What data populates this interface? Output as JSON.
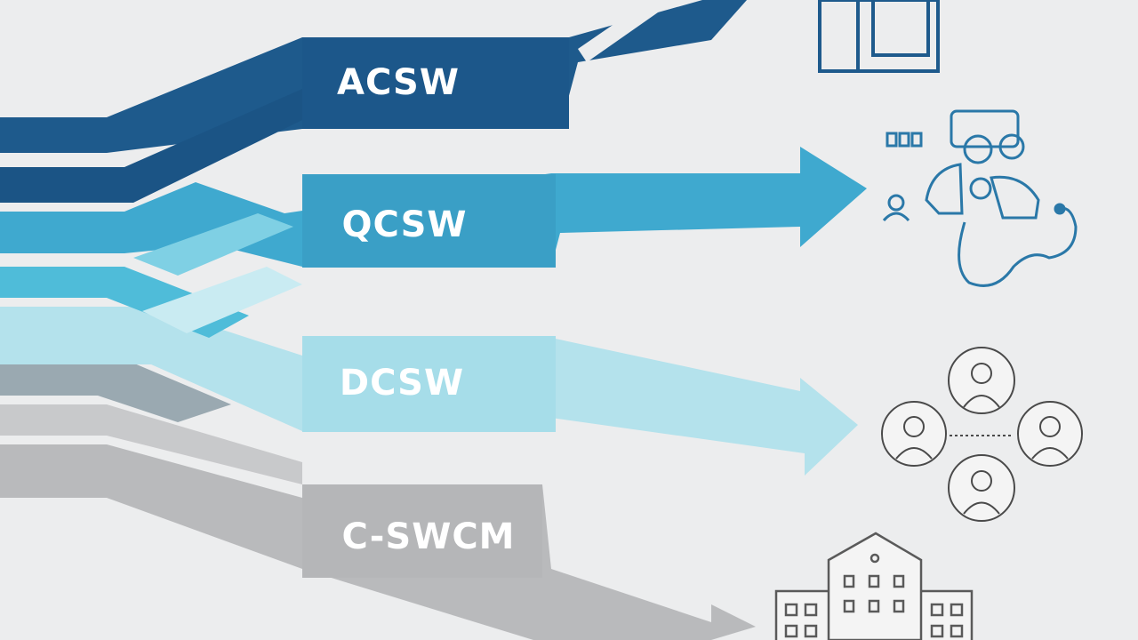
{
  "pathways": [
    {
      "id": "acsw",
      "label": "ACSW",
      "color": "#1e5a8c",
      "icon": "document-frame-icon"
    },
    {
      "id": "qcsw",
      "label": "QCSW",
      "color": "#3fa9cf",
      "icon": "medical-team-stethoscope-icon"
    },
    {
      "id": "dcsw",
      "label": "DCSW",
      "color": "#a6dde9",
      "icon": "people-network-icon"
    },
    {
      "id": "cswcm",
      "label": "C-SWCM",
      "color": "#b5b6b8",
      "icon": "hospital-building-icon"
    }
  ]
}
